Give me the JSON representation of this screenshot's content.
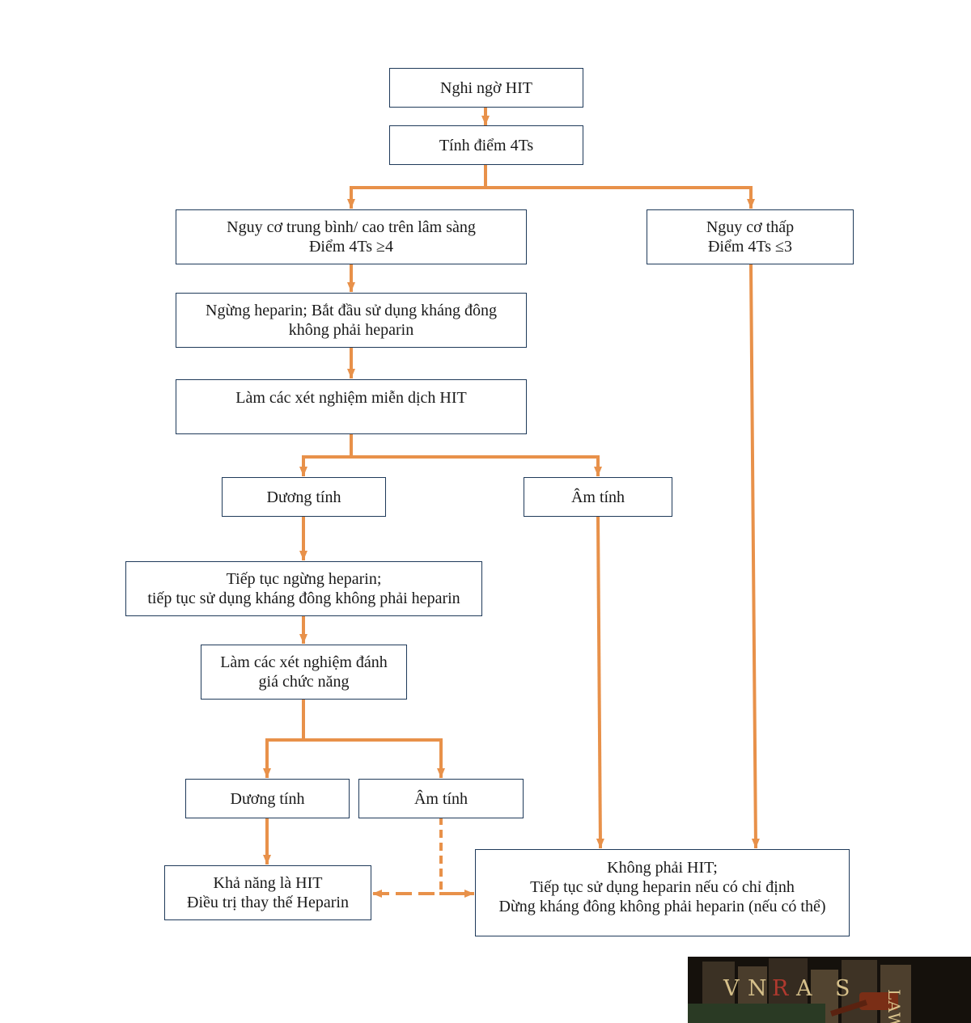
{
  "colors": {
    "connector": "#e8914a",
    "box_border": "#1f3a5a",
    "logo_text": "#d6c08a",
    "logo_accent": "#b0392e"
  },
  "nodes": {
    "suspect": "Nghi ngờ HIT",
    "score": "Tính điểm 4Ts",
    "mid_high": {
      "l1": "Nguy cơ trung bình/ cao trên lâm sàng",
      "l2": "Điểm 4Ts ≥4"
    },
    "low": {
      "l1": "Nguy cơ thấp",
      "l2": "Điểm 4Ts ≤3"
    },
    "stop_heparin": {
      "l1": "Ngừng heparin; Bắt đầu sử dụng kháng đông",
      "l2": "không phải heparin"
    },
    "immuno_test": "Làm các xét nghiệm miễn dịch HIT",
    "immuno_pos": "Dương tính",
    "immuno_neg": "Âm tính",
    "continue_stop": {
      "l1": "Tiếp tục ngừng heparin;",
      "l2": "tiếp tục sử dụng kháng đông không phải heparin"
    },
    "func_test": {
      "l1": "Làm các xét nghiệm đánh",
      "l2": "giá chức năng"
    },
    "func_pos": "Dương tính",
    "func_neg": "Âm tính",
    "likely_hit": {
      "l1": "Khả năng là HIT",
      "l2": "Điều trị thay thế Heparin"
    },
    "not_hit": {
      "l1": "Không phải HIT;",
      "l2": "Tiếp tục sử dụng heparin nếu có chỉ định",
      "l3": "Dừng kháng đông không phải heparin (nếu có thể)"
    }
  },
  "logo": {
    "letters": [
      "V",
      "N",
      "R",
      "A",
      "S"
    ],
    "law": "LAW"
  }
}
